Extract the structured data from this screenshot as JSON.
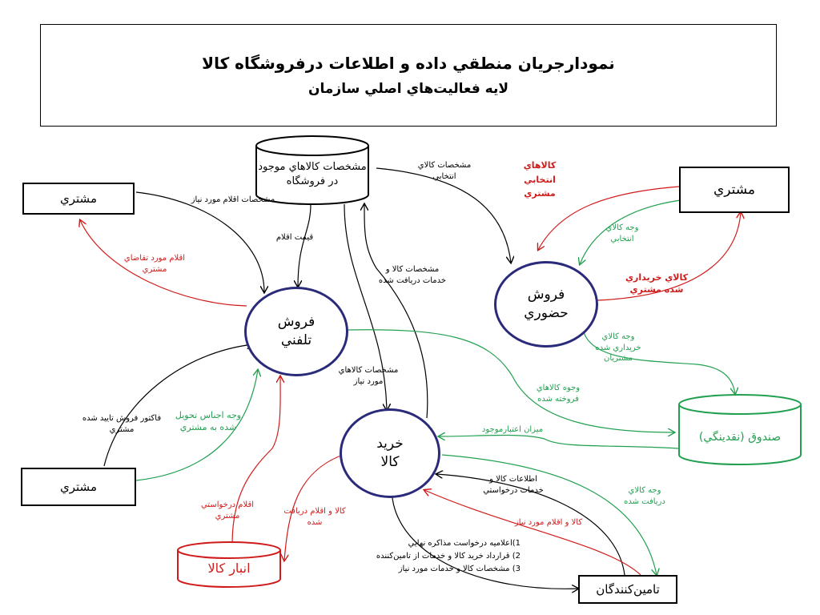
{
  "title": {
    "line1": "نمودارجريان منطقي داده و اطلاعات درفروشگاه كالا",
    "line2": "لايه فعاليت‌هاي اصلي سازمان"
  },
  "entities": {
    "customer_top_left": "مشتري",
    "customer_top_right": "مشتري",
    "customer_bottom_left": "مشتري",
    "suppliers": "تامين‌كنندگان"
  },
  "stores": {
    "products_db": "مشخصات كالاهاي موجود در فروشگاه",
    "cash_fund": "صندوق (نقدينگي)",
    "warehouse": "انبار كالا"
  },
  "processes": {
    "phone_sales": "فروش تلفني",
    "in_person_sales": "فروش حضوري",
    "purchase": "خريد كالا"
  },
  "flows": {
    "f1": "مشخصات اقلام مورد نياز",
    "f2": "اقلام مورد تقاضاي مشتري",
    "f3": "قيمت اقلام",
    "f4": "مشخصات كالاي انتخابي",
    "f5": "كالاهاي انتخابي مشتري",
    "f6": "وجه كالاي انتخابي",
    "f7": "كالاي خريداري شده مشتري",
    "f8": "مشخصات كالا و خدمات دريافت شده",
    "f9": "مشخصات كالاهاي مورد نياز",
    "f10": "وجه كالاي خريداري شده مشتريان",
    "f11": "وجوه كالاهاي فروخته شده",
    "f12": "ميزان اعتبارموجود",
    "f13": "فاكتور فروش تاييد شده مشتري",
    "f14": "وجه اجناس تحويل شده به مشتري",
    "f15": "اقلام درخواستي مشتري",
    "f16": "كالا و اقلام دريافت شده",
    "f17": "اطلاعات كالا و خدمات درخواستي",
    "f18": "وجه كالاي دريافت شده",
    "f19": "كالا و اقلام مورد نياز",
    "f20": "1)اعلاميه درخواست مذاكره نهايي",
    "f21": "2) قرارداد خريد كالا و خدمات از تامين‌كننده",
    "f22": "3) مشخصات كالا و خدمات مورد نياز"
  },
  "colors": {
    "black": "#000000",
    "red": "#d11a1a",
    "green": "#22a050",
    "process_border": "#2a2a7a"
  }
}
